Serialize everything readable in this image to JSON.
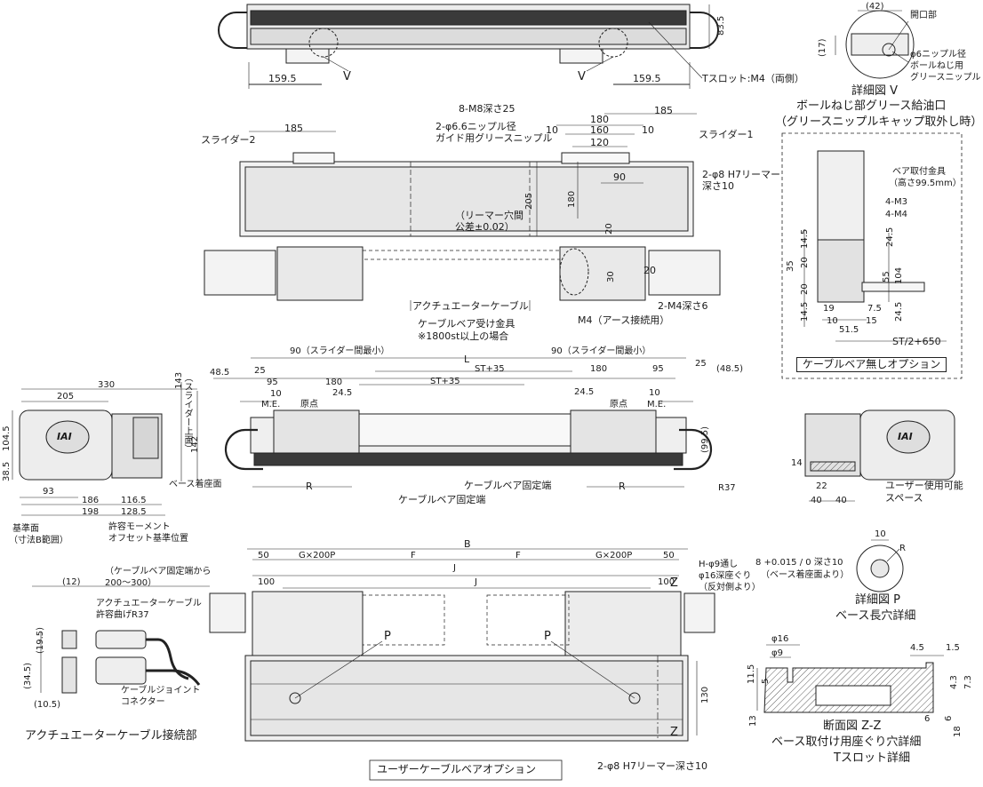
{
  "top_view": {
    "dims": {
      "height": "83.5",
      "left_offset": "159.5",
      "right_offset": "159.5"
    },
    "markers": {
      "v_left": "V",
      "v_right": "V"
    },
    "tslot_note": "Tスロット:M4（両側）"
  },
  "detail_v": {
    "dim_width": "(42)",
    "dim_height": "(17)",
    "opening": "開口部",
    "nipple_note": [
      "φ6ニップル径",
      "ボールねじ用",
      "グリースニップル"
    ],
    "title": [
      "詳細図 V",
      "ボールねじ部グリース給油口",
      "（グリースニップルキャップ取外し時）"
    ]
  },
  "plan_view": {
    "slider2": "スライダー2",
    "slider1": "スライダー1",
    "dim_185_left": "185",
    "dim_185_right": "185",
    "m8_note": "8-M8深さ25",
    "nipple66": [
      "2-φ6.6ニップル径",
      "ガイド用グリースニップル"
    ],
    "dims": {
      "d180": "180",
      "d160": "160",
      "d120": "120",
      "d10a": "10",
      "d10b": "10",
      "d90": "90",
      "d205": "205",
      "d180v": "180",
      "d20a": "20",
      "d30": "30",
      "d20b": "20"
    },
    "reamer_note": [
      "2-φ8 H7リーマー",
      "深さ10"
    ],
    "reamer_pitch": [
      "（リーマー穴間",
      "公差±0.02）"
    ],
    "cable_labels": [
      "アクチュエーターケーブル",
      "ケーブルベア受け金具",
      "※1800st以上の場合"
    ],
    "m4_earth": "M4（アース接続用）",
    "m4_depth": "2-M4深さ6"
  },
  "no_bear_option": {
    "labels": [
      "ベア取付金具",
      "（高さ99.5mm）",
      "4-M3",
      "4-M4"
    ],
    "dims": [
      "14.5",
      "35",
      "20",
      "20",
      "14.5",
      "24.5",
      "55",
      "104",
      "24.5",
      "19",
      "7.5",
      "10",
      "15",
      "51.5"
    ],
    "st_formula": "ST/2+650",
    "title": "ケーブルベア無しオプション"
  },
  "front_view": {
    "dims": {
      "d485l": "48.5",
      "d25l": "25",
      "d95l": "95",
      "d10l": "10",
      "d180l": "180",
      "d245l": "24.5",
      "L": "L",
      "stp35a": "ST+35",
      "stp35b": "ST+35",
      "d180r": "180",
      "d95r": "95",
      "d25r": "25",
      "d485r": "(48.5)",
      "d245r": "24.5",
      "d10r": "10",
      "d995": "(99.5)",
      "R_left": "R",
      "R_right": "R",
      "R37": "R37"
    },
    "slider_min_left": "90（スライダー間最小）",
    "slider_min_right": "90（スライダー間最小）",
    "me_left": "M.E.",
    "origin_left": "原点",
    "me_right": "M.E.",
    "origin_right": "原点",
    "bear_fixed_top": "ケーブルベア固定端",
    "bear_fixed_bottom": "ケーブルベア固定端"
  },
  "end_view_left": {
    "dims": [
      "330",
      "205",
      "143",
      "142",
      "104.5",
      "38.5",
      "93",
      "186",
      "198",
      "116.5",
      "128.5"
    ],
    "slider_top": "（スライダー上面）",
    "base_surface": "ベース着座面",
    "reference": [
      "基準面",
      "（寸法B範囲）"
    ],
    "moment": [
      "許容モーメント",
      "オフセット基準位置"
    ],
    "logo": "IAI"
  },
  "end_view_right": {
    "dims": [
      "14",
      "22",
      "40",
      "40"
    ],
    "space": [
      "ユーザー使用可能",
      "スペース"
    ],
    "logo": "IAI"
  },
  "cable_connect": {
    "note_top": [
      "（ケーブルベア固定端から",
      "200〜300）"
    ],
    "dims": [
      "(12)",
      "(19.5)",
      "(34.5)",
      "(10.5)"
    ],
    "bend": [
      "アクチュエーターケーブル",
      "許容曲げR37"
    ],
    "joint": [
      "ケーブルジョイント",
      "コネクター"
    ],
    "title": "アクチュエーターケーブル接続部"
  },
  "bottom_view": {
    "dims": {
      "B": "B",
      "d50l": "50",
      "g200l": "G×200P",
      "Fl": "F",
      "Fr": "F",
      "g200r": "G×200P",
      "d50r": "50",
      "Ju": "J",
      "d100l": "100",
      "J": "J",
      "d100r": "100",
      "d130": "130"
    },
    "hole_note": [
      "H-φ9通し",
      "φ16深座ぐり",
      "（反対側より）"
    ],
    "p_left": "P",
    "p_right": "P",
    "z_top": "Z",
    "z_bottom": "Z",
    "reamer_bottom": "2-φ8 H7リーマー深さ10",
    "option_title": "ユーザーケーブルベアオプション"
  },
  "detail_p": {
    "dim10": "10",
    "tol": "8 +0.015 / 0 深さ10",
    "tol_note": "（ベース着座面より）",
    "R": "R",
    "title": [
      "詳細図 P",
      "ベース長穴詳細"
    ]
  },
  "section_zz": {
    "dims": [
      "φ16",
      "φ9",
      "4.5",
      "1.5",
      "11.5",
      "5",
      "4.3",
      "7.3",
      "13",
      "6",
      "6",
      "18"
    ],
    "title": [
      "断面図 Z-Z",
      "ベース取付け用座ぐり穴詳細",
      "Tスロット詳細"
    ]
  }
}
